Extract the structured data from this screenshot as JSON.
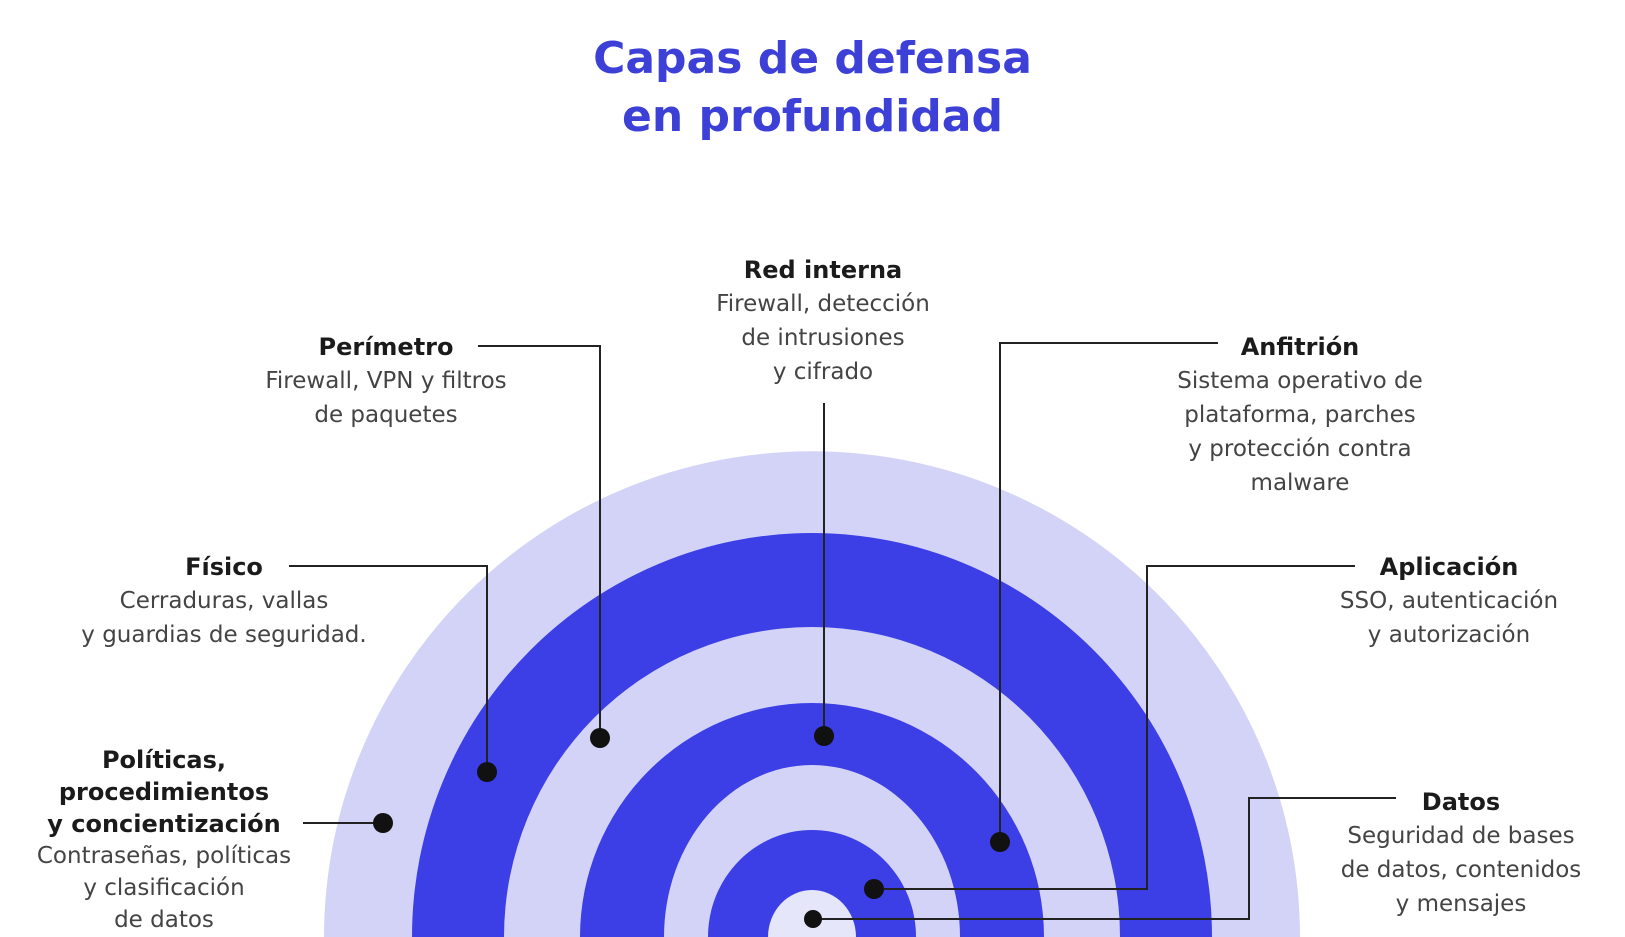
{
  "title": {
    "line1": "Capas de defensa",
    "line2": "en profundidad"
  },
  "colors": {
    "title": "#3d40d6",
    "light_ring": "#d3d3f7",
    "dark_ring": "#3c3fe6",
    "center": "#e6e6fb",
    "connector": "#222222"
  },
  "layers": {
    "red_interna": {
      "title": "Red interna",
      "desc": [
        "Firewall, detección",
        "de intrusiones",
        "y cifrado"
      ]
    },
    "perimetro": {
      "title": "Perímetro",
      "desc": [
        "Firewall, VPN y filtros",
        "de paquetes"
      ]
    },
    "anfitrion": {
      "title": "Anfitrión",
      "desc": [
        "Sistema operativo de",
        "plataforma, parches",
        "y protección contra",
        "malware"
      ]
    },
    "fisico": {
      "title": "Físico",
      "desc": [
        "Cerraduras, vallas",
        "y guardias de seguridad."
      ]
    },
    "aplicacion": {
      "title": "Aplicación",
      "desc": [
        "SSO, autenticación",
        "y autorización"
      ]
    },
    "politicas": {
      "title": [
        "Políticas,",
        "procedimientos",
        "y concientización"
      ],
      "desc": [
        "Contraseñas, políticas",
        "y clasificación",
        "de datos"
      ]
    },
    "datos": {
      "title": "Datos",
      "desc": [
        "Seguridad de bases",
        "de datos, contenidos",
        "y mensajes"
      ]
    }
  }
}
